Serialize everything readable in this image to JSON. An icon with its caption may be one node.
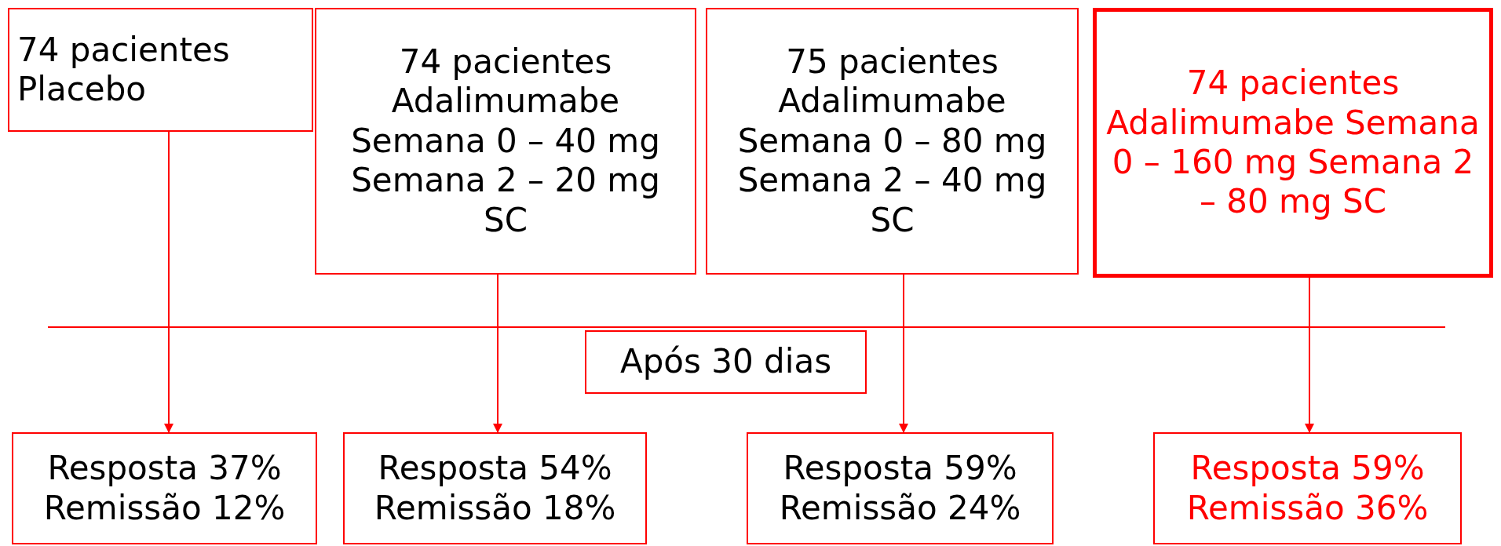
{
  "diagram": {
    "nodes": [
      {
        "text": [
          "74 pacientes Placebo"
        ]
      },
      {
        "text": [
          "74 pacientes Adalimumabe Semana 0 – 40 mg Semana 2 – 20 mg SC"
        ]
      },
      {
        "text": [
          "75 pacientes Adalimumabe Semana 0 – 80 mg Semana 2 – 40 mg SC"
        ]
      },
      {
        "text": [
          "74 pacientes Adalimumabe Semana 0 – 160 mg Semana 2 – 80 mg SC"
        ]
      },
      {
        "text": [
          "Após 30 dias"
        ]
      },
      {
        "text": [
          "Resposta 37% Remissão 12%"
        ]
      },
      {
        "text": [
          "Resposta 54% Remissão 18%"
        ]
      },
      {
        "text": [
          "Resposta 59% Remissão 24%"
        ]
      },
      {
        "text": [
          "Resposta 59% Remissão 36%"
        ]
      }
    ],
    "edges": [
      {
        "from": 0,
        "to": 5,
        "arrow": "to"
      },
      {
        "from": 1,
        "to": 6,
        "arrow": "to"
      },
      {
        "from": 2,
        "to": 7,
        "arrow": "to"
      },
      {
        "from": 3,
        "to": 8,
        "arrow": "to"
      }
    ]
  }
}
